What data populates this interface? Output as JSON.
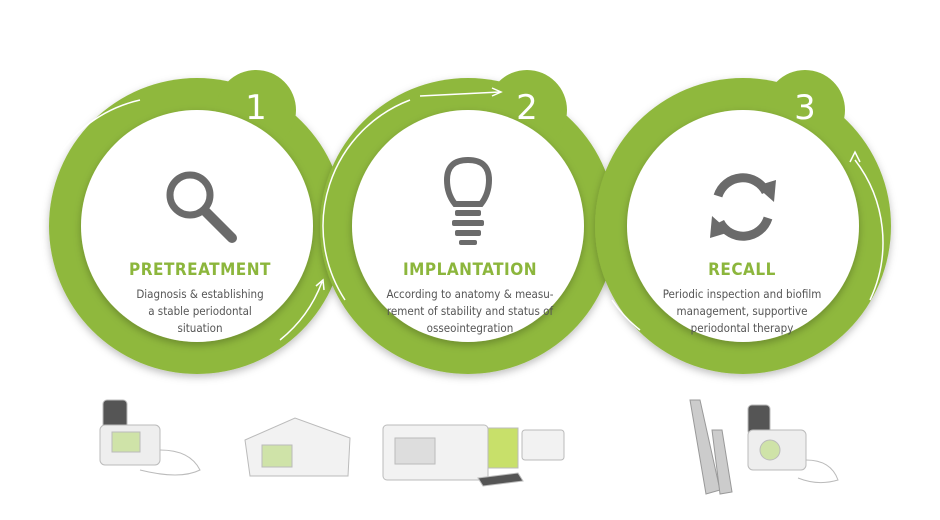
{
  "colors": {
    "green": "#8cb63c",
    "ring": "#8fb83d",
    "icon": "#6b6b6b",
    "text": "#555555"
  },
  "steps": [
    {
      "number": "1",
      "icon": "magnifier-icon",
      "title": "PRETREATMENT",
      "description": [
        "Diagnosis & establishing",
        "a stable periodontal",
        "situation"
      ]
    },
    {
      "number": "2",
      "icon": "dental-implant-icon",
      "title": "IMPLANTATION",
      "description": [
        "According to anatomy & measu-",
        "rement of stability and status of",
        "osseointegration"
      ]
    },
    {
      "number": "3",
      "icon": "recycle-arrows-icon",
      "title": "RECALL",
      "description": [
        "Periodic inspection and biofilm",
        "management, supportive",
        "periodontal therapy"
      ]
    }
  ]
}
